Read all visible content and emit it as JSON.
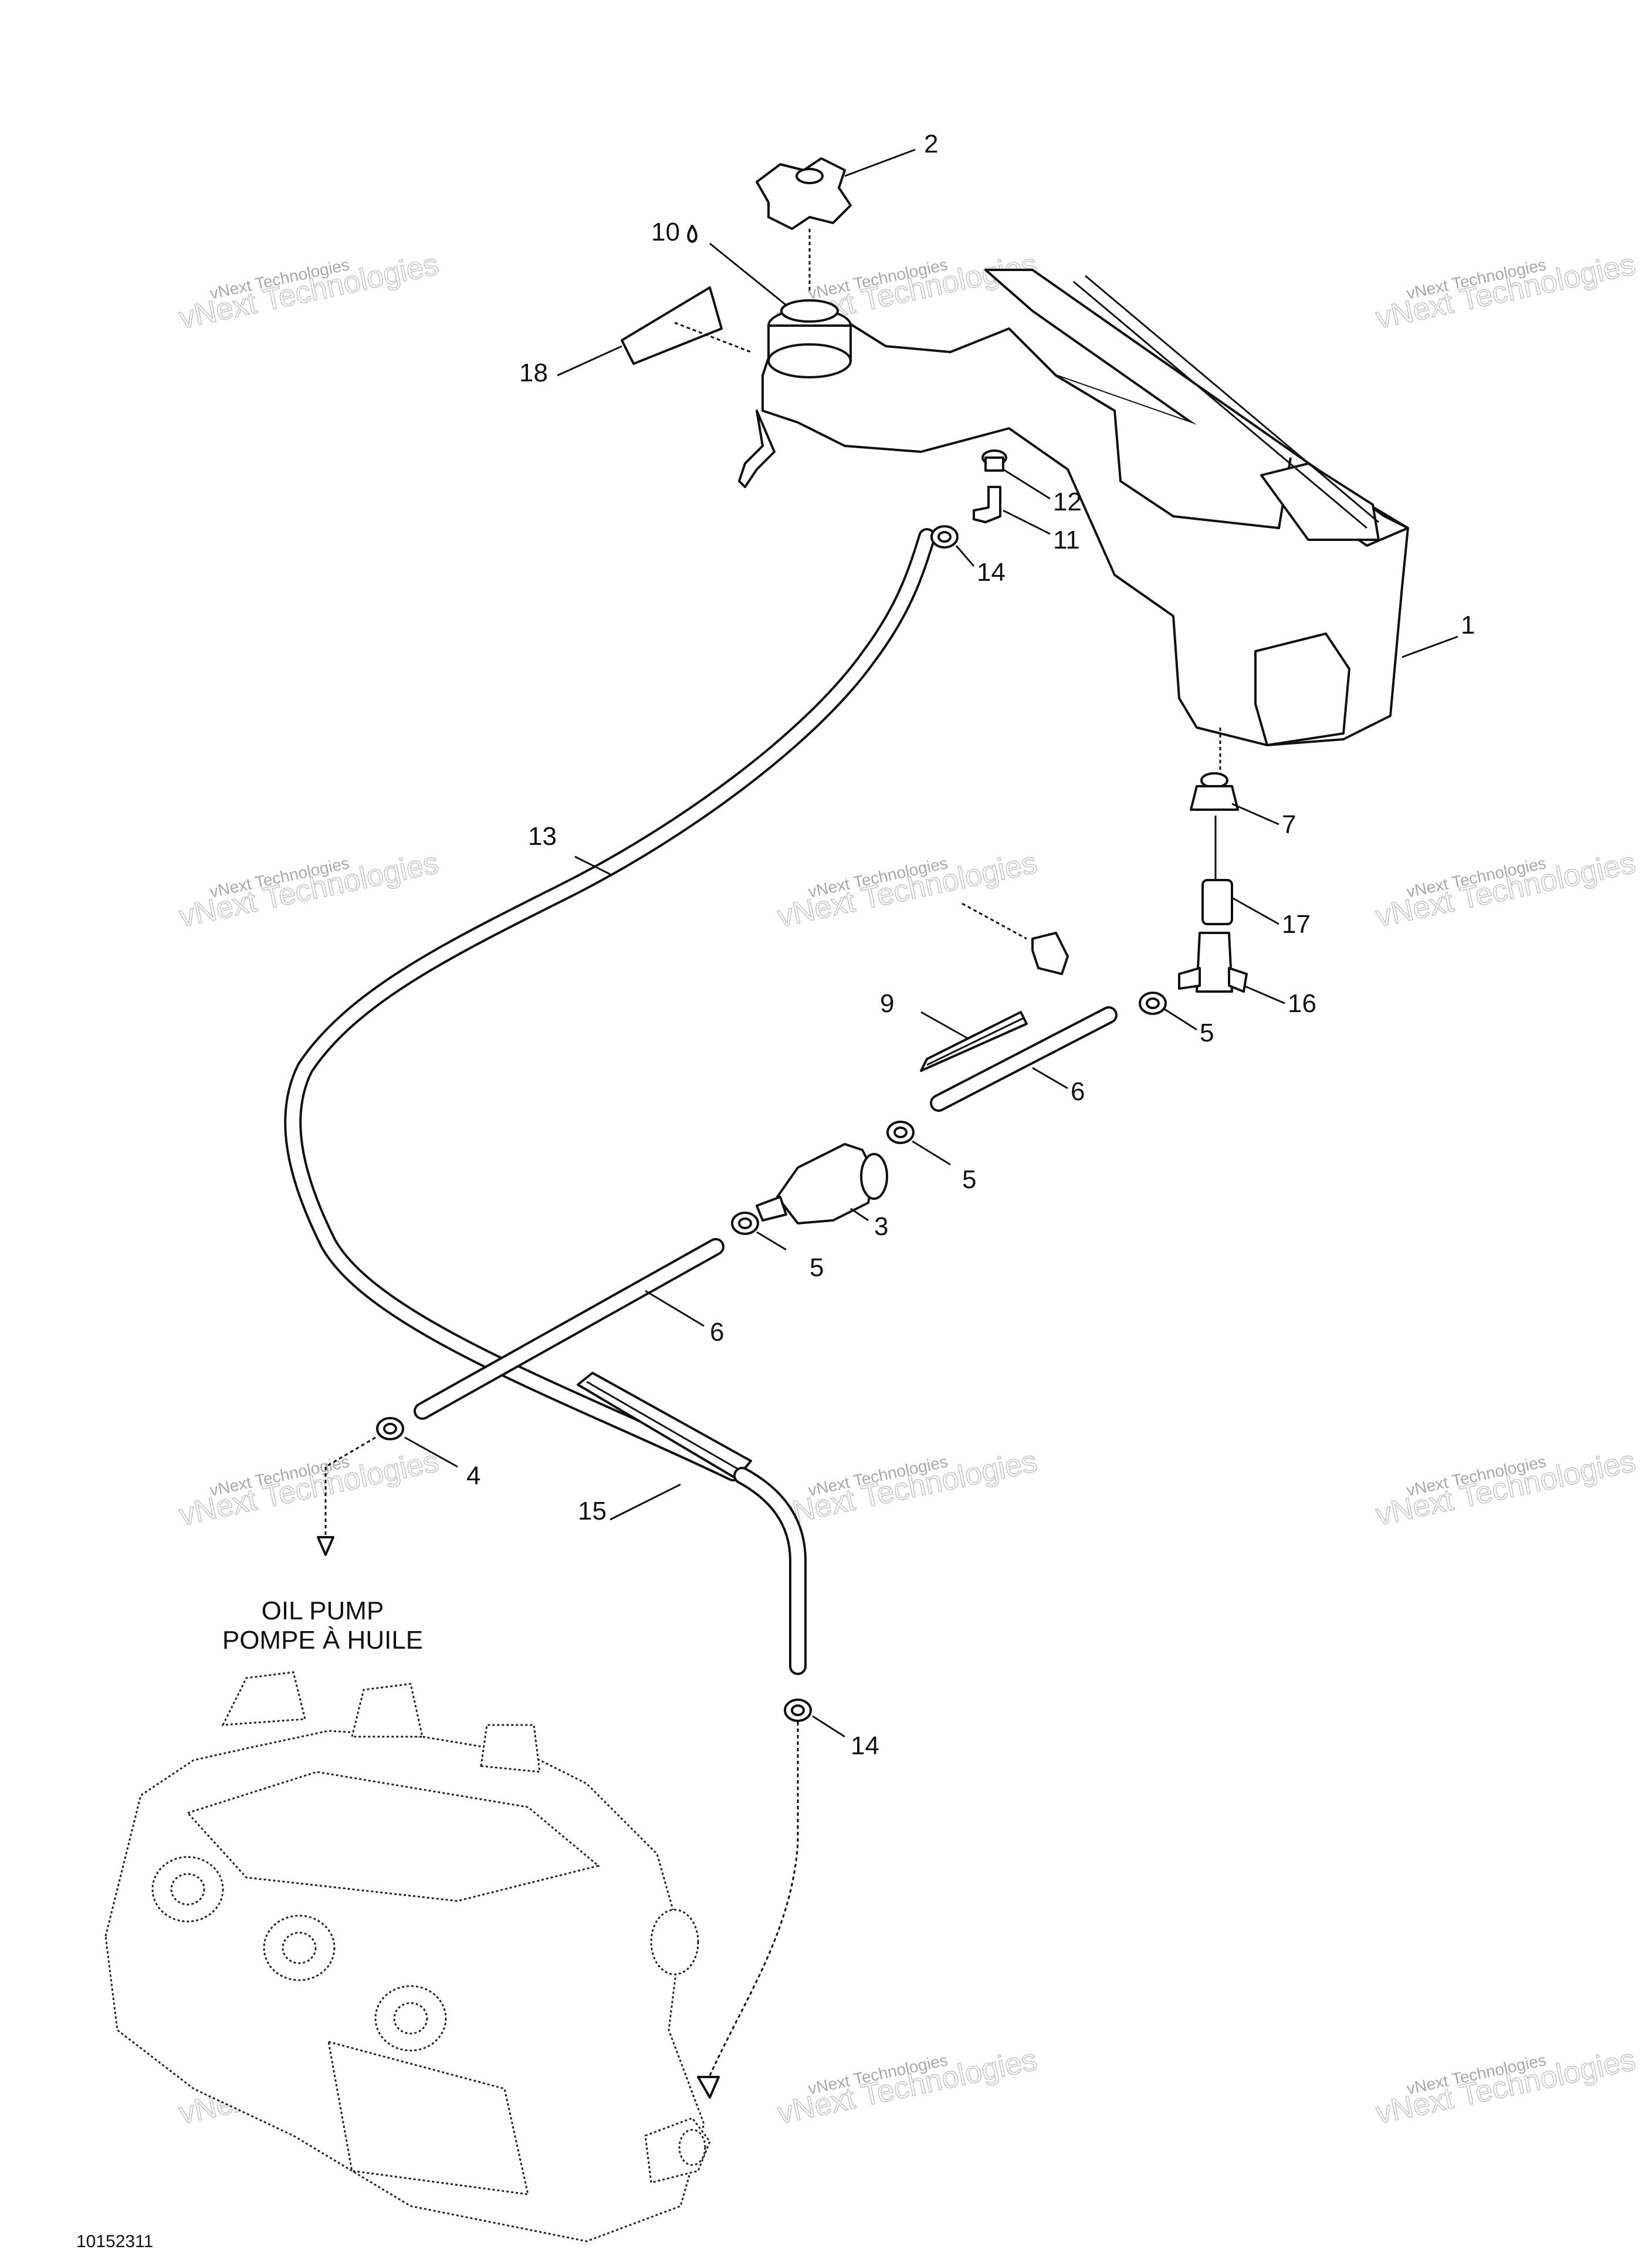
{
  "callouts": [
    {
      "id": "2",
      "text": "2"
    },
    {
      "id": "10",
      "text": "10"
    },
    {
      "id": "18",
      "text": "18"
    },
    {
      "id": "12",
      "text": "12"
    },
    {
      "id": "11",
      "text": "11"
    },
    {
      "id": "14a",
      "text": "14"
    },
    {
      "id": "1",
      "text": "1"
    },
    {
      "id": "7",
      "text": "7"
    },
    {
      "id": "13",
      "text": "13"
    },
    {
      "id": "17",
      "text": "17"
    },
    {
      "id": "16",
      "text": "16"
    },
    {
      "id": "9",
      "text": "9"
    },
    {
      "id": "5a",
      "text": "5"
    },
    {
      "id": "6a",
      "text": "6"
    },
    {
      "id": "5b",
      "text": "5"
    },
    {
      "id": "3",
      "text": "3"
    },
    {
      "id": "5c",
      "text": "5"
    },
    {
      "id": "6b",
      "text": "6"
    },
    {
      "id": "4",
      "text": "4"
    },
    {
      "id": "15",
      "text": "15"
    },
    {
      "id": "14b",
      "text": "14"
    }
  ],
  "caption": {
    "line1": "OIL PUMP",
    "line2": "POMPE À HUILE"
  },
  "watermark": {
    "line1": "vNext Technologies",
    "line2": "vNext Technologies"
  },
  "footer_code": "10152311",
  "colors": {
    "ink": "#111111",
    "background": "#ffffff",
    "watermark": "#9a9a9a"
  }
}
